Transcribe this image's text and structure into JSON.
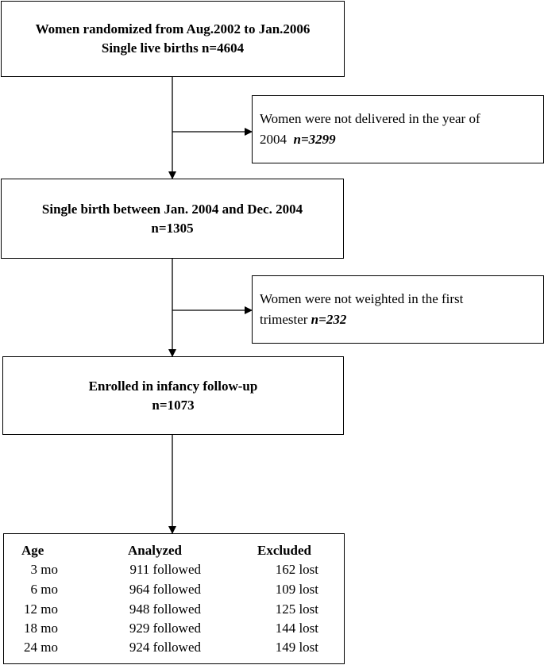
{
  "boxes": {
    "randomized": {
      "line1": "Women randomized from Aug.2002 to Jan.2006",
      "line2": "Single live births n=4604"
    },
    "not_delivered": {
      "text": "Women were not delivered in the year of",
      "text2": "2004",
      "n": "n=3299"
    },
    "single_birth": {
      "line1": "Single birth between Jan. 2004 and Dec. 2004",
      "line2": "n=1305"
    },
    "not_weighted": {
      "text": "Women were not weighted in the first",
      "text2": "trimester",
      "n": "n=232"
    },
    "enrolled": {
      "line1": "Enrolled in infancy follow-up",
      "line2": "n=1073"
    }
  },
  "followup_table": {
    "headers": {
      "age": "Age",
      "analyzed": "Analyzed",
      "excluded": "Excluded"
    },
    "rows": [
      {
        "age": "3 mo",
        "analyzed": "911 followed",
        "excluded": "162 lost"
      },
      {
        "age": "6 mo",
        "analyzed": "964 followed",
        "excluded": "109 lost"
      },
      {
        "age": "12 mo",
        "analyzed": "948 followed",
        "excluded": "125 lost"
      },
      {
        "age": "18 mo",
        "analyzed": "929 followed",
        "excluded": "144 lost"
      },
      {
        "age": "24 mo",
        "analyzed": "924 followed",
        "excluded": "149 lost"
      }
    ]
  }
}
